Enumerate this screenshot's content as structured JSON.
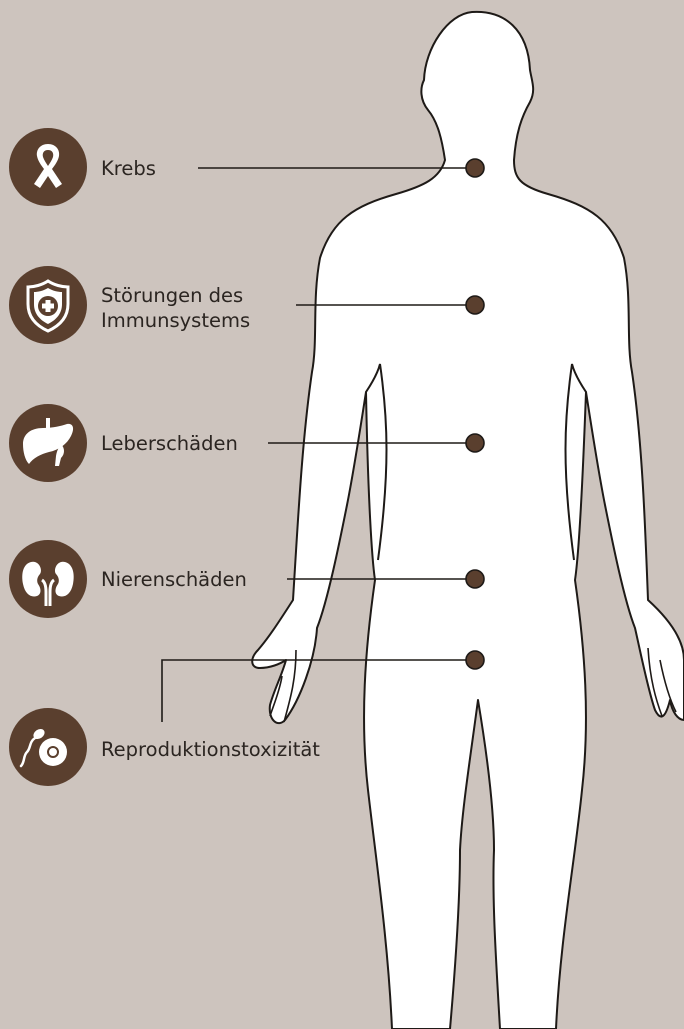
{
  "colors": {
    "background": "#cdc4be",
    "icon_fill": "#5a3f2e",
    "body_fill": "#ffffff",
    "outline": "#1e1a17"
  },
  "effects": [
    {
      "label": "Krebs",
      "icon": "cancer-ribbon-icon"
    },
    {
      "label_line1": "Störungen des",
      "label_line2": "Immunsystems",
      "icon": "shield-medical-cross-icon"
    },
    {
      "label": "Leberschäden",
      "icon": "liver-icon"
    },
    {
      "label": "Nierenschäden",
      "icon": "kidneys-icon"
    },
    {
      "label": "Reproduktionstoxizität",
      "icon": "sperm-egg-icon"
    }
  ]
}
